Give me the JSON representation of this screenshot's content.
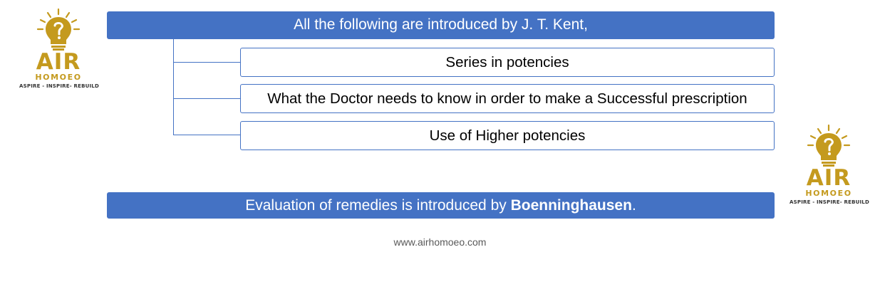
{
  "logo": {
    "brand": "AIR",
    "sub": "HOMOEO",
    "tagline": "ASPIRE - INSPIRE- REBUILD"
  },
  "diagram": {
    "header": "All the following are introduced by J. T. Kent,",
    "items": [
      "Series in potencies",
      "What the Doctor needs to know in order to make a Successful prescription",
      "Use of Higher potencies"
    ],
    "footer": {
      "prefix": "Evaluation of remedies is introduced by ",
      "bold": "Boenninghausen",
      "suffix": "."
    }
  },
  "website": "www.airhomoeo.com",
  "colors": {
    "box_fill": "#4472c4",
    "logo_gold": "#c49a1e"
  }
}
